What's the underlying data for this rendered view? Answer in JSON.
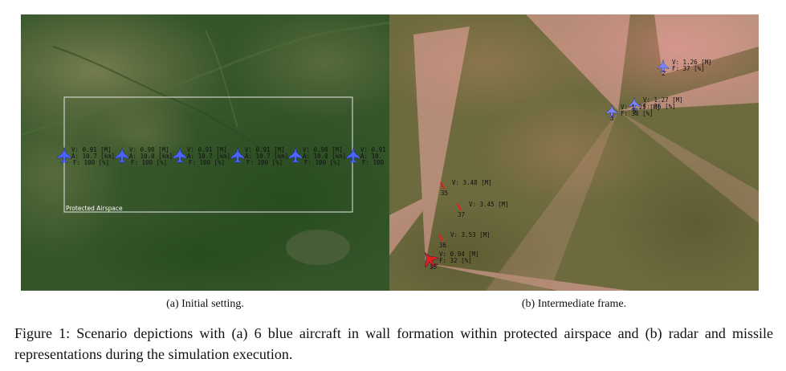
{
  "panel_a": {
    "caption": "(a) Initial setting.",
    "region_label": "Protected Airspace",
    "aircraft": [
      {
        "l1": "V: 0.91 [M]",
        "l2": "A: 10.7 [km]",
        "l3": "F: 100 [%]"
      },
      {
        "l1": "V: 0.90 [M]",
        "l2": "A: 10.0 [km]",
        "l3": "F: 100 [%]"
      },
      {
        "l1": "V: 0.91 [M]",
        "l2": "A: 10.7 [km]",
        "l3": "F: 100 [%]"
      },
      {
        "l1": "V: 0.91 [M]",
        "l2": "A: 10.7 [km]",
        "l3": "F: 100 [%]"
      },
      {
        "l1": "V: 0.90 [M]",
        "l2": "A: 10.0 [km]",
        "l3": "F: 100 [%]"
      },
      {
        "l1": "V: 0.91",
        "l2": "A: 10.",
        "l3": "F: 100"
      }
    ]
  },
  "panel_b": {
    "caption": "(b) Intermediate frame.",
    "blue": [
      {
        "l1": "V: 1.26 [M]",
        "l2": "F: 37 [%]",
        "id": "2"
      },
      {
        "l1": "V: 1.27 [M]",
        "l2": "F: 36 [%]",
        "id": "5"
      },
      {
        "l1": "V: 1.25 [M]",
        "l2": "F: 38 [%]",
        "id": "3"
      }
    ],
    "missiles": [
      {
        "l1": "V: 3.48 [M]",
        "id": "35"
      },
      {
        "l1": "V: 3.45 [M]",
        "id": "37"
      },
      {
        "l1": "V: 3.53 [M]",
        "id": "36"
      }
    ],
    "red": {
      "l1": "V: 0.94 [M]",
      "l2": "F: 32 [%]",
      "id": "35"
    }
  },
  "figure_caption": "Figure 1: Scenario depictions with (a) 6 blue aircraft in wall formation within protected airspace and (b) radar and missile representations during the simulation execution.",
  "colors": {
    "blue_aircraft": "#4a63ff",
    "red_aircraft": "#e0201c",
    "radar_cone": "#f0a8a6"
  }
}
